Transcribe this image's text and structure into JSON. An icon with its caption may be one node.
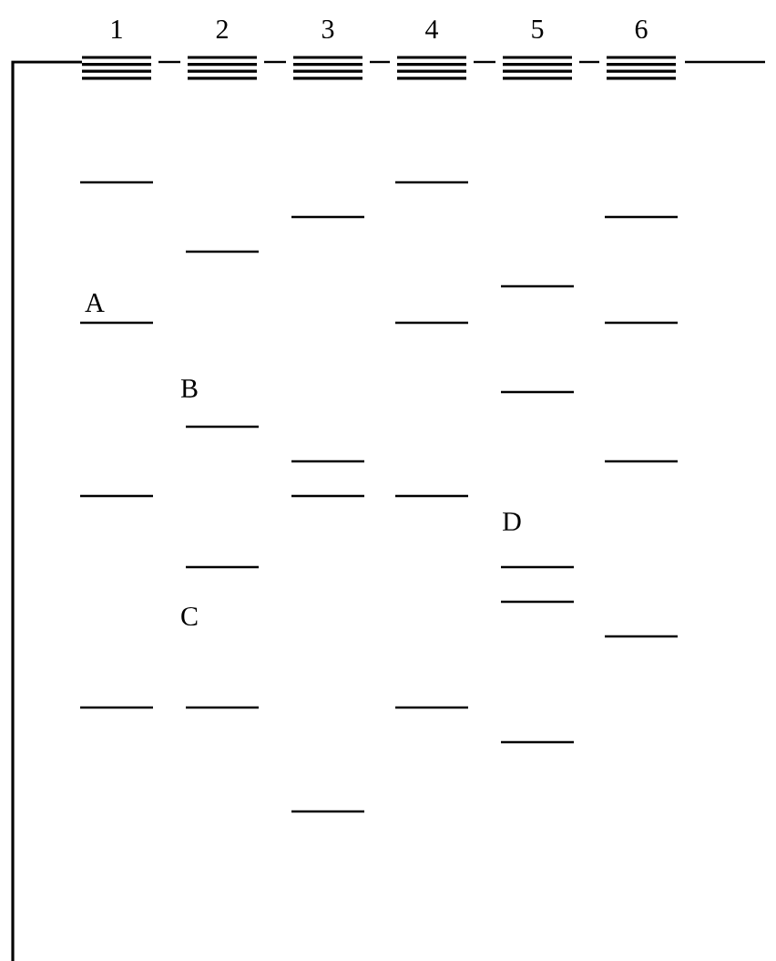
{
  "diagram": {
    "labels": [
      "1",
      "2",
      "3",
      "4",
      "5",
      "6",
      "A",
      "B",
      "C",
      "D"
    ]
  }
}
